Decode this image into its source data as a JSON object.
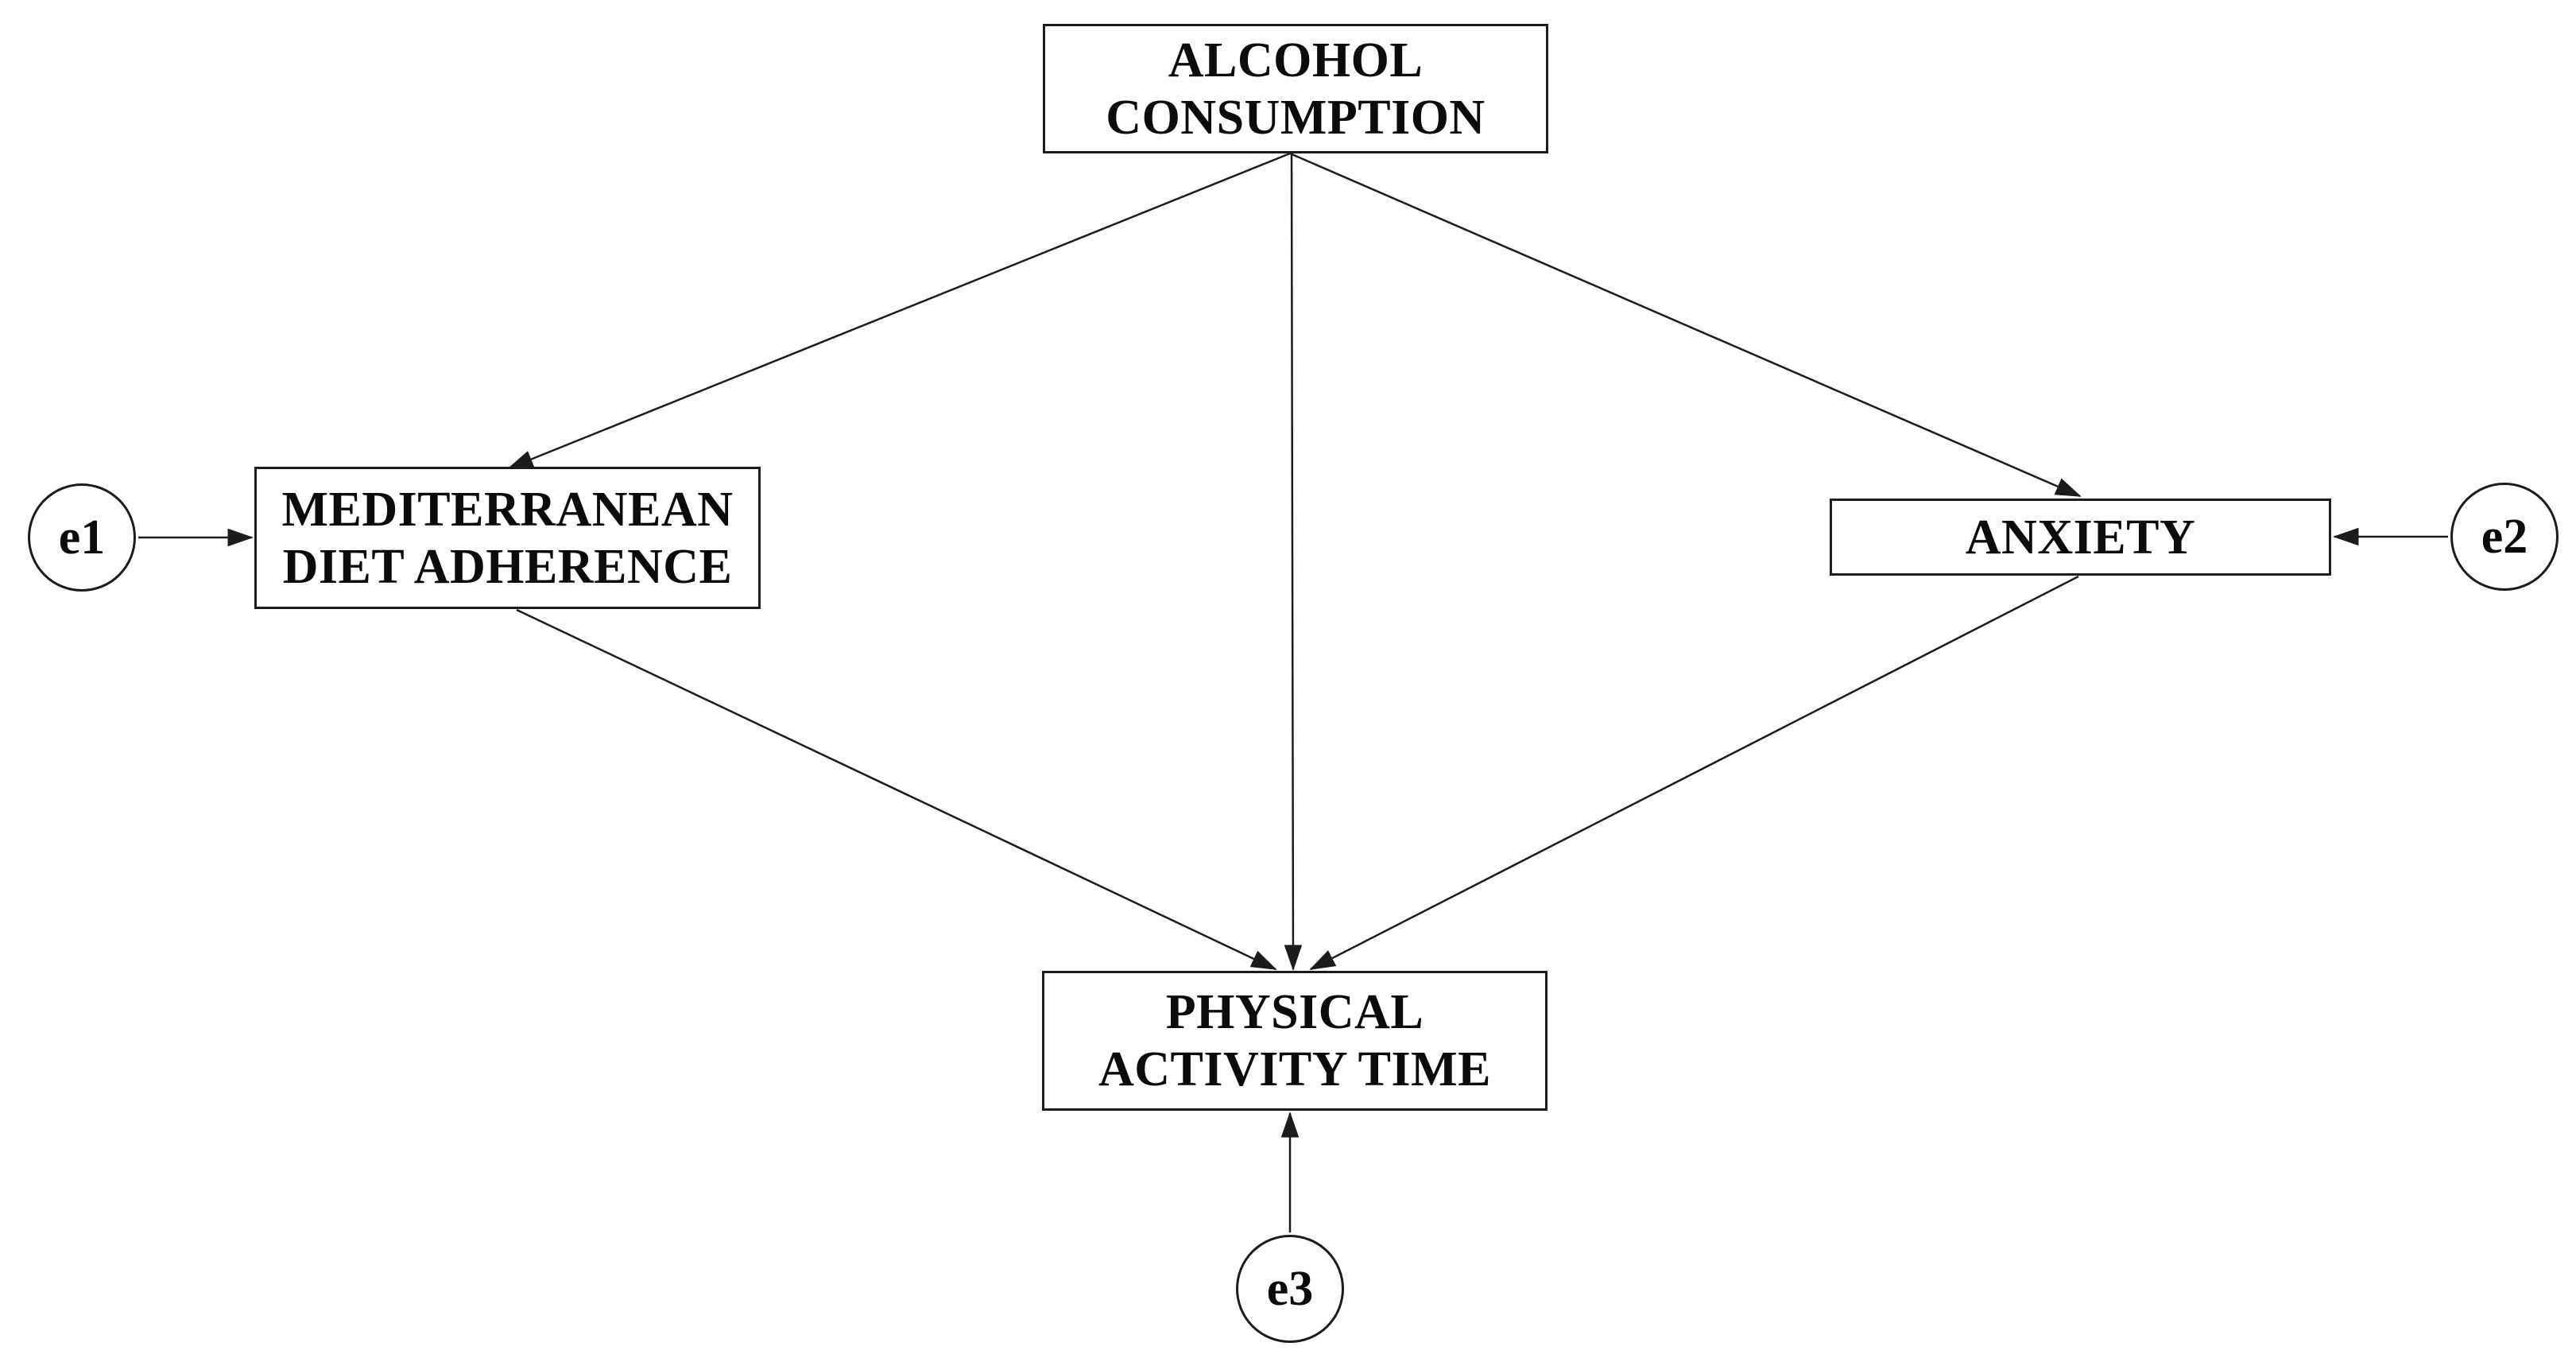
{
  "diagram": {
    "type": "path-model",
    "colors": {
      "background": "#ffffff",
      "stroke": "#1c1c1c",
      "text": "#0b0b0b"
    },
    "nodes": {
      "alcohol_consumption": {
        "shape": "rectangle",
        "lines": [
          "ALCOHOL",
          "CONSUMPTION"
        ]
      },
      "mediterranean_diet_adherence": {
        "shape": "rectangle",
        "lines": [
          "MEDITERRANEAN",
          "DIET ADHERENCE"
        ]
      },
      "anxiety": {
        "shape": "rectangle",
        "lines": [
          "ANXIETY"
        ]
      },
      "physical_activity_time": {
        "shape": "rectangle",
        "lines": [
          "PHYSICAL",
          "ACTIVITY TIME"
        ]
      }
    },
    "error_terms": {
      "e1": {
        "shape": "ellipse",
        "label": "e1",
        "points_to": "mediterranean_diet_adherence"
      },
      "e2": {
        "shape": "ellipse",
        "label": "e2",
        "points_to": "anxiety"
      },
      "e3": {
        "shape": "ellipse",
        "label": "e3",
        "points_to": "physical_activity_time"
      }
    },
    "edges": [
      {
        "from": "alcohol_consumption",
        "to": "mediterranean_diet_adherence"
      },
      {
        "from": "alcohol_consumption",
        "to": "physical_activity_time"
      },
      {
        "from": "alcohol_consumption",
        "to": "anxiety"
      },
      {
        "from": "mediterranean_diet_adherence",
        "to": "physical_activity_time"
      },
      {
        "from": "anxiety",
        "to": "physical_activity_time"
      },
      {
        "from": "e1",
        "to": "mediterranean_diet_adherence"
      },
      {
        "from": "e2",
        "to": "anxiety"
      },
      {
        "from": "e3",
        "to": "physical_activity_time"
      }
    ]
  }
}
